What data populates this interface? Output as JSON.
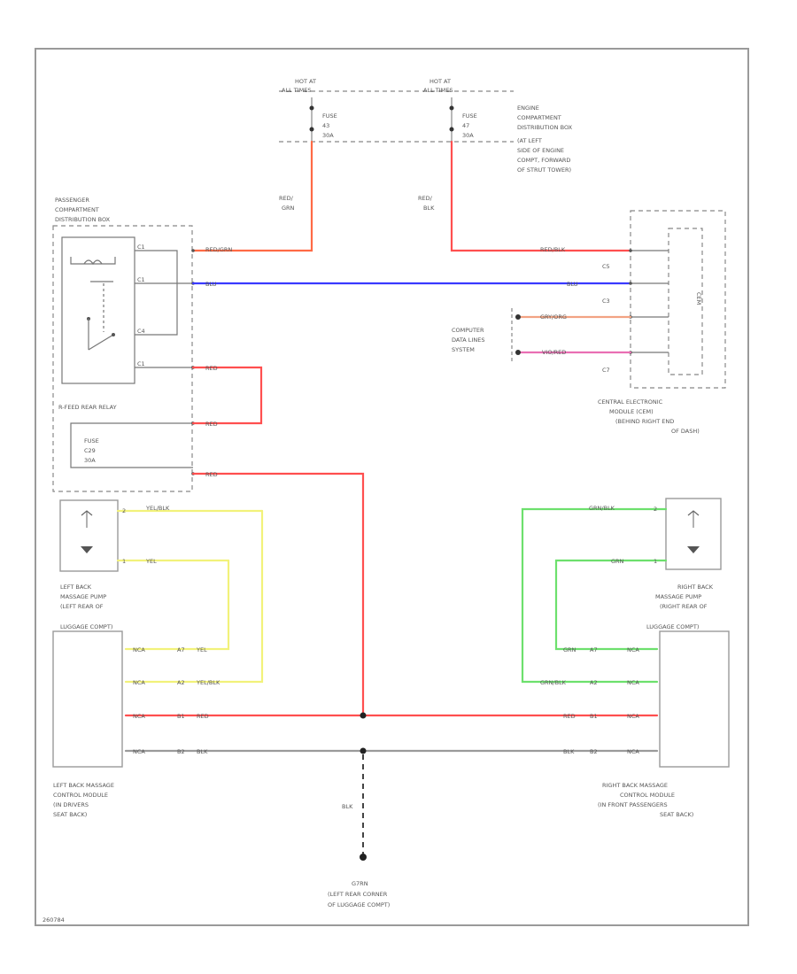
{
  "colors": {
    "red": "#ff4f4f",
    "red_orange": "#ff6a45",
    "blue": "#3a3aff",
    "yellow": "#f2f27a",
    "green": "#6de06d",
    "gray": "#9a9a9a",
    "gray_orange": "#f2a383",
    "violet_red": "#e96fb3"
  },
  "power": {
    "left_hot": [
      "HOT AT",
      "ALL TIMES"
    ],
    "right_hot": [
      "HOT AT",
      "ALL TIMES"
    ],
    "left_fuse": [
      "FUSE",
      "43",
      "30A"
    ],
    "right_fuse": [
      "FUSE",
      "47",
      "30A"
    ],
    "engine_box": [
      "ENGINE",
      "COMPARTMENT",
      "DISTRIBUTION BOX",
      "(AT LEFT",
      "SIDE OF ENGINE",
      "COMPT, FORWARD",
      "OF STRUT TOWER)"
    ],
    "left_wire": [
      "RED/",
      "GRN"
    ],
    "right_wire": [
      "RED/",
      "BLK"
    ]
  },
  "pcdb": {
    "title": [
      "PASSENGER",
      "COMPARTMENT",
      "DISTRIBUTION BOX"
    ],
    "pins": [
      "C1",
      "C1",
      "C4",
      "C1"
    ],
    "relay_label": "R-FEED REAR RELAY",
    "fuse": [
      "FUSE",
      "C29",
      "30A"
    ],
    "wires": [
      "RED/GRN",
      "BLU",
      "RED",
      "RED",
      "RED"
    ]
  },
  "cem": {
    "label": "CEM",
    "pins": [
      "C5",
      "C3",
      "C7"
    ],
    "wires": [
      "RED/BLK",
      "BLU",
      "GRY/ORG",
      "VIO/RED"
    ],
    "data_lines": [
      "COMPUTER",
      "DATA LINES",
      "SYSTEM"
    ],
    "location": [
      "CENTRAL ELECTRONIC",
      "MODULE (CEM)",
      "(BEHIND RIGHT END",
      "OF DASH)"
    ]
  },
  "left_pump": {
    "pins": [
      "2",
      "1"
    ],
    "wires": [
      "YEL/BLK",
      "YEL"
    ],
    "label": [
      "LEFT BACK",
      "MASSAGE PUMP",
      "(LEFT REAR OF",
      "LUGGAGE COMPT)"
    ]
  },
  "right_pump": {
    "pins": [
      "2",
      "1"
    ],
    "wires": [
      "GRN/BLK",
      "GRN"
    ],
    "label": [
      "RIGHT BACK",
      "MASSAGE PUMP",
      "(RIGHT REAR OF",
      "LUGGAGE COMPT)"
    ]
  },
  "left_module": {
    "rows": [
      {
        "conn": "NCA",
        "pin": "A7",
        "wire": "YEL"
      },
      {
        "conn": "NCA",
        "pin": "A2",
        "wire": "YEL/BLK"
      },
      {
        "conn": "NCA",
        "pin": "B1",
        "wire": "RED"
      },
      {
        "conn": "NCA",
        "pin": "B2",
        "wire": "BLK"
      }
    ],
    "label": [
      "LEFT BACK MASSAGE",
      "CONTROL MODULE",
      "(IN DRIVERS",
      "SEAT BACK)"
    ]
  },
  "right_module": {
    "rows": [
      {
        "conn": "NCA",
        "pin": "A7",
        "wire": "GRN"
      },
      {
        "conn": "NCA",
        "pin": "A2",
        "wire": "GRN/BLK"
      },
      {
        "conn": "NCA",
        "pin": "B1",
        "wire": "RED"
      },
      {
        "conn": "NCA",
        "pin": "B2",
        "wire": "BLK"
      }
    ],
    "label": [
      "RIGHT BACK MASSAGE",
      "CONTROL MODULE",
      "(IN FRONT PASSENGERS",
      "SEAT BACK)"
    ]
  },
  "ground": {
    "wire": "BLK",
    "label": [
      "G7RN",
      "(LEFT REAR CORNER",
      "OF LUGGAGE COMPT)"
    ]
  },
  "footer": "260784"
}
